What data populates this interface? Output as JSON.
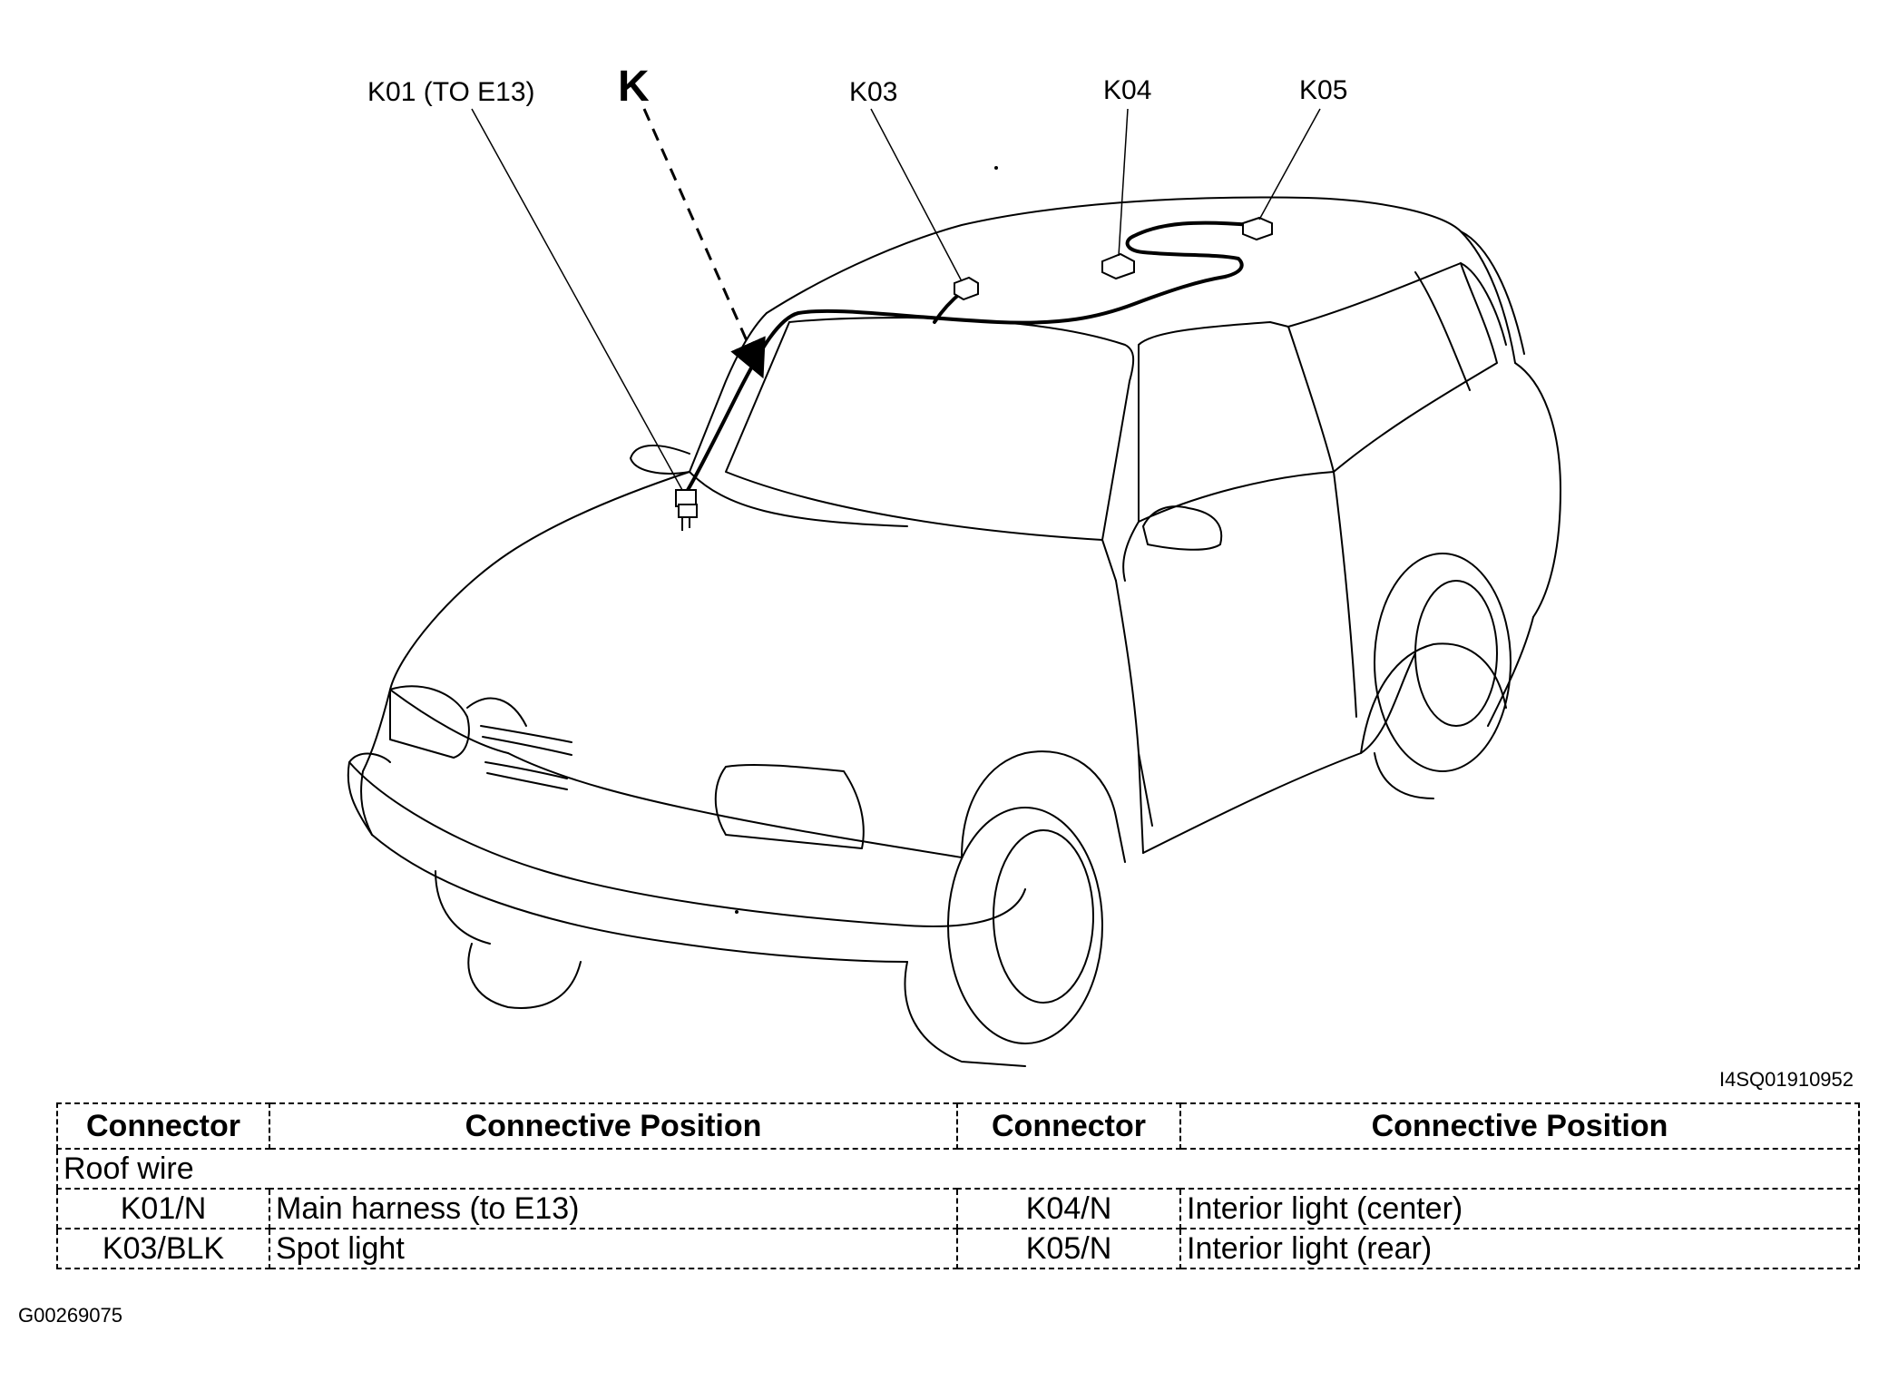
{
  "callouts": {
    "k01": "K01 (TO E13)",
    "k": "K",
    "k03": "K03",
    "k04": "K04",
    "k05": "K05"
  },
  "image_code": "I4SQ01910952",
  "doc_code": "G00269075",
  "table": {
    "headers": [
      "Connector",
      "Connective Position",
      "Connector",
      "Connective Position"
    ],
    "group_label": "Roof wire",
    "rows": [
      {
        "left_connector": "K01/N",
        "left_position": "Main harness (to E13)",
        "right_connector": "K04/N",
        "right_position": "Interior light (center)"
      },
      {
        "left_connector": "K03/BLK",
        "left_position": "Spot light",
        "right_connector": "K05/N",
        "right_position": "Interior light (rear)"
      }
    ]
  }
}
